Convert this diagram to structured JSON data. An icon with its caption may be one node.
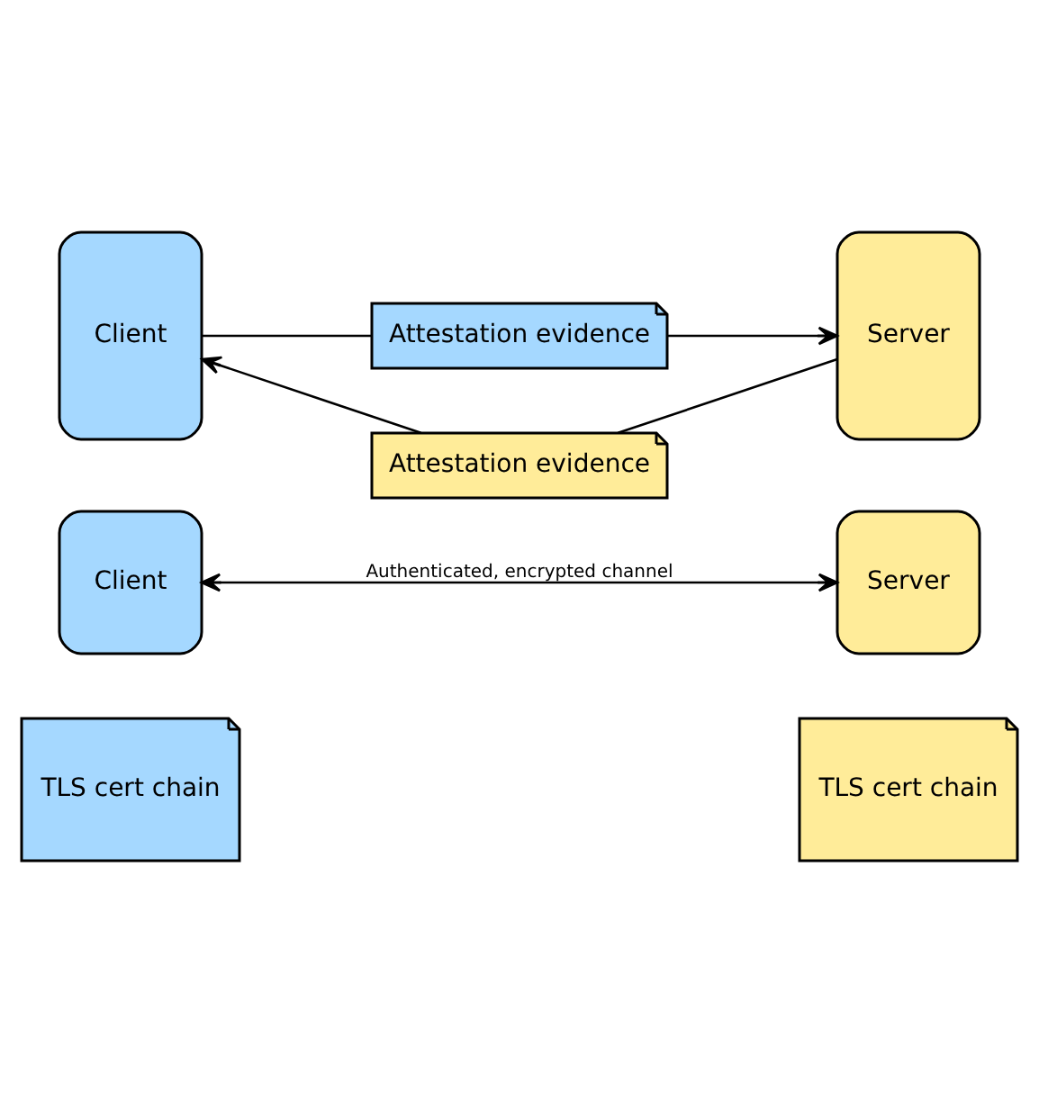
{
  "diagram": {
    "nodes": [
      {
        "text": [
          "TLS cert chain"
        ]
      },
      {
        "text": [
          "TLS cert chain"
        ]
      },
      {
        "text": [
          "Client"
        ]
      },
      {
        "text": [
          "Server"
        ]
      },
      {
        "text": [
          "Client"
        ]
      },
      {
        "text": [
          "Attestation evidence"
        ]
      },
      {
        "text": [
          "Attestation evidence"
        ]
      },
      {
        "text": [
          "Server"
        ]
      }
    ],
    "edges": [
      {
        "from": 2,
        "to": 3,
        "arrow": "both",
        "label": "Authenticated, encrypted channel"
      },
      {
        "from": 7,
        "to": 5,
        "arrow": "none"
      },
      {
        "from": 5,
        "to": 4,
        "arrow": "to"
      },
      {
        "from": 4,
        "to": 6,
        "arrow": "none"
      },
      {
        "from": 6,
        "to": 7,
        "arrow": "to"
      }
    ]
  }
}
